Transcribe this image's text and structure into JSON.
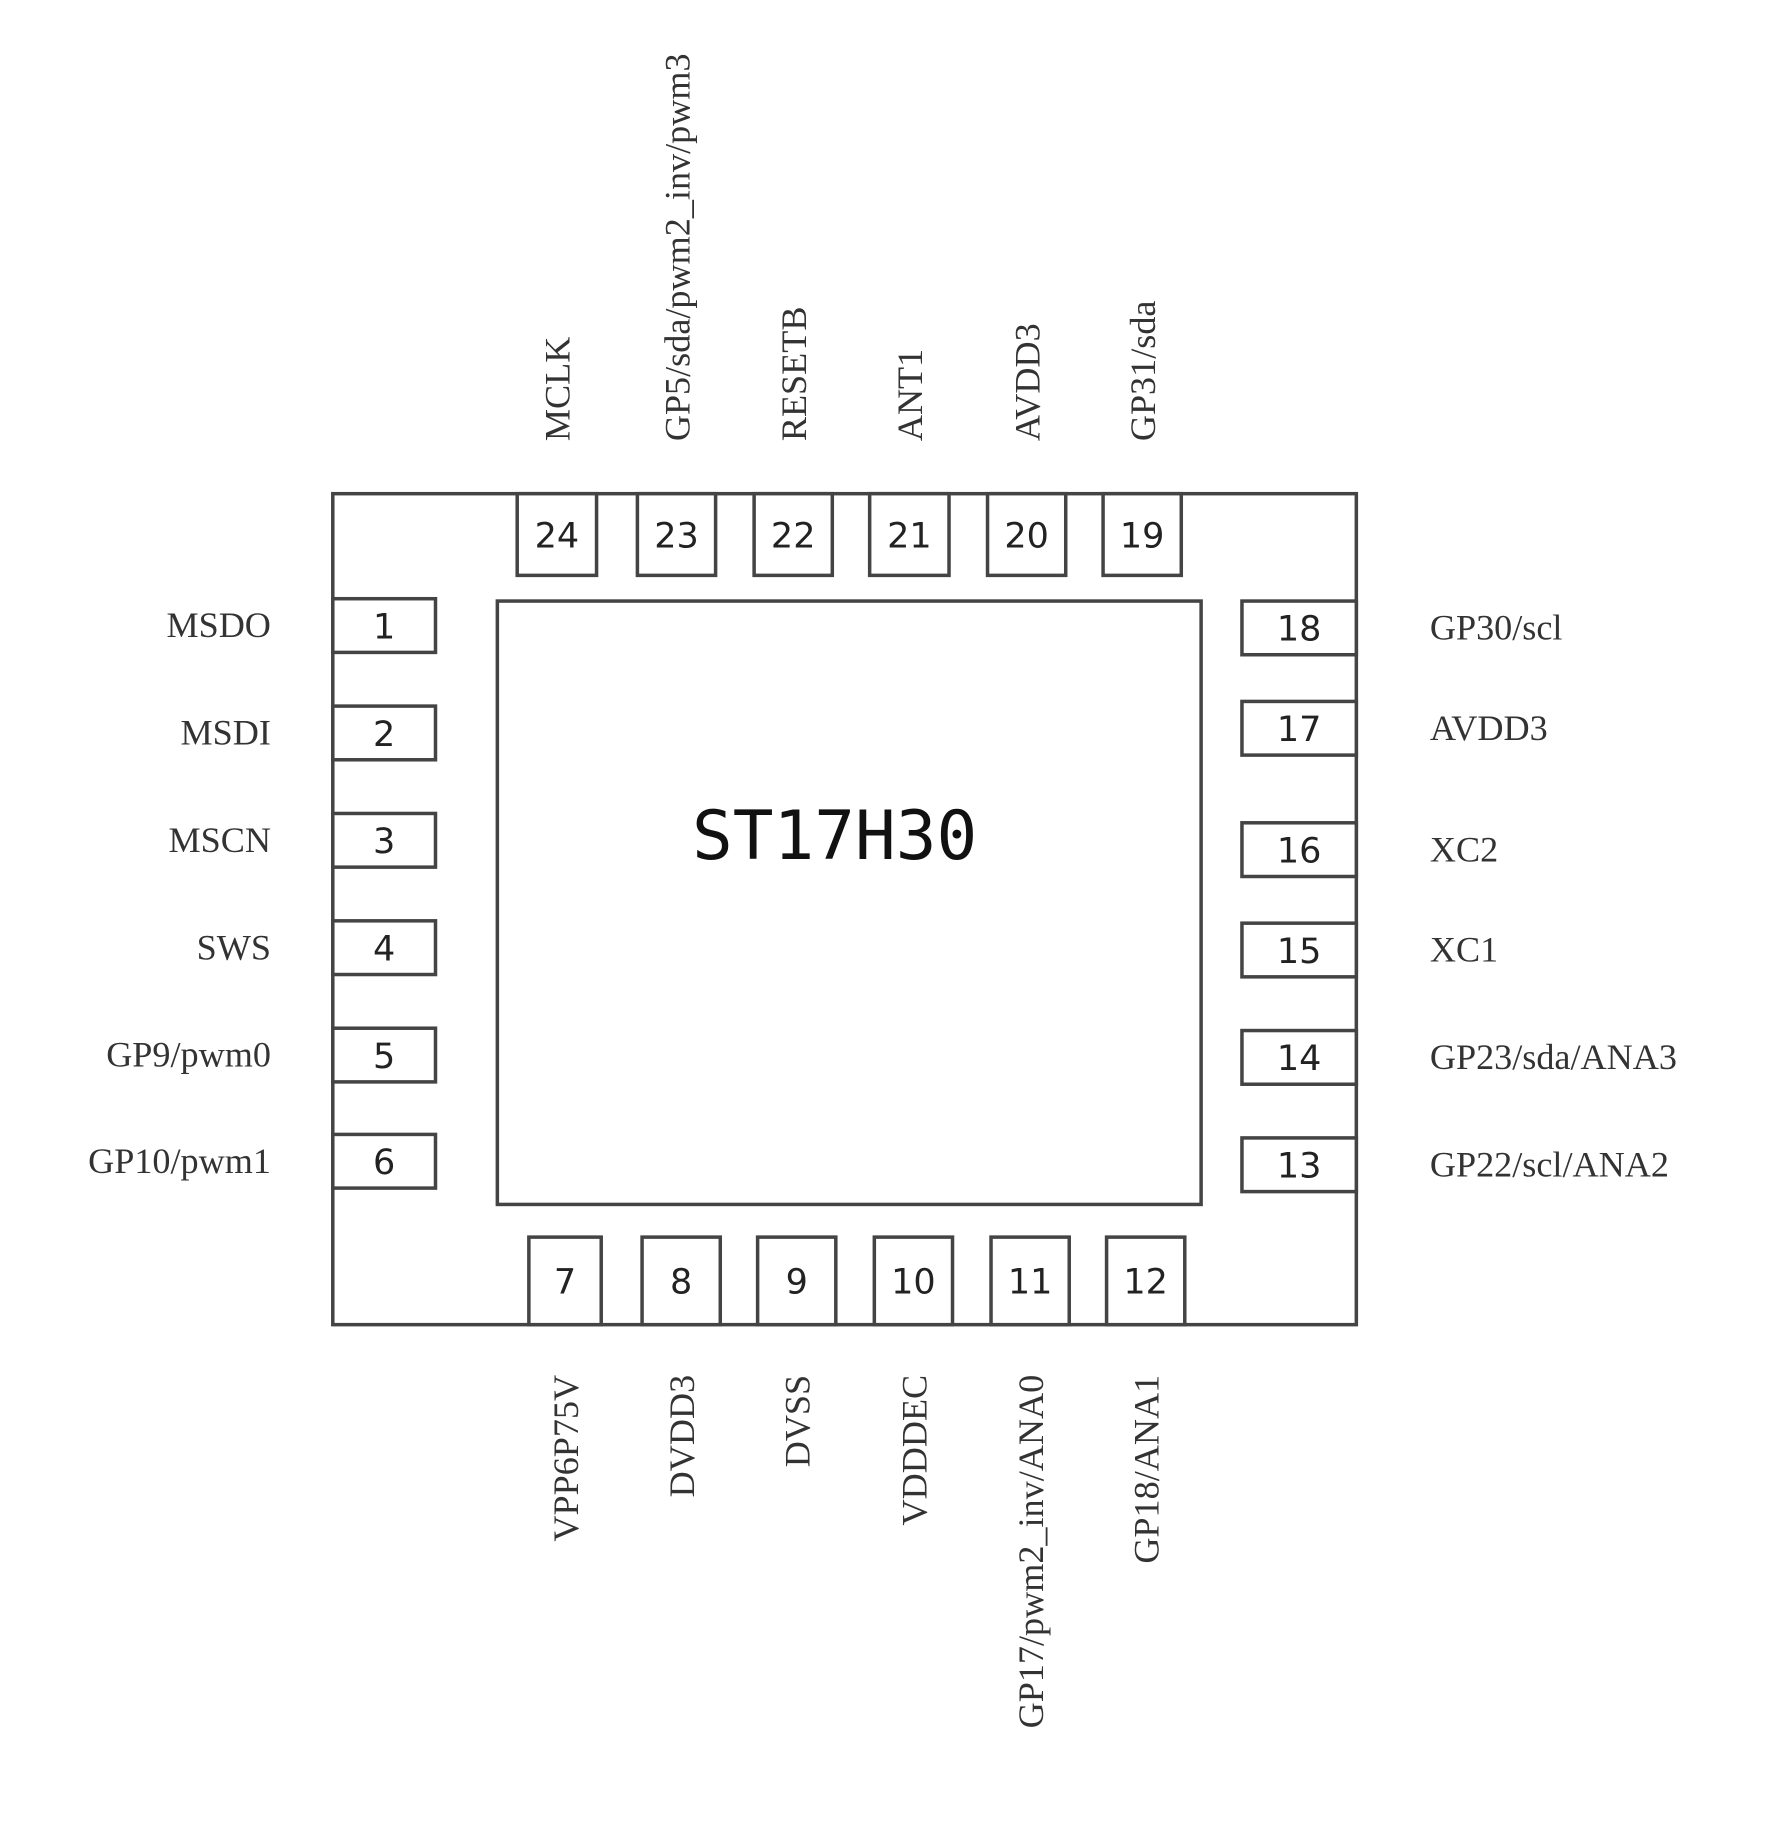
{
  "chip_name": "ST17H30",
  "pins": {
    "left": [
      {
        "num": "1",
        "label": "MSDO"
      },
      {
        "num": "2",
        "label": "MSDI"
      },
      {
        "num": "3",
        "label": "MSCN"
      },
      {
        "num": "4",
        "label": "SWS"
      },
      {
        "num": "5",
        "label": "GP9/pwm0"
      },
      {
        "num": "6",
        "label": "GP10/pwm1"
      }
    ],
    "bottom": [
      {
        "num": "7",
        "label": "VPP6P75V"
      },
      {
        "num": "8",
        "label": "DVDD3"
      },
      {
        "num": "9",
        "label": "DVSS"
      },
      {
        "num": "10",
        "label": "VDDDEC"
      },
      {
        "num": "11",
        "label": "GP17/pwm2_inv/ANA0"
      },
      {
        "num": "12",
        "label": "GP18/ANA1"
      }
    ],
    "right": [
      {
        "num": "13",
        "label": "GP22/scl/ANA2"
      },
      {
        "num": "14",
        "label": "GP23/sda/ANA3"
      },
      {
        "num": "15",
        "label": "XC1"
      },
      {
        "num": "16",
        "label": "XC2"
      },
      {
        "num": "17",
        "label": "AVDD3"
      },
      {
        "num": "18",
        "label": "GP30/scl"
      }
    ],
    "top": [
      {
        "num": "19",
        "label": "GP31/sda"
      },
      {
        "num": "20",
        "label": "AVDD3"
      },
      {
        "num": "21",
        "label": "ANT1"
      },
      {
        "num": "22",
        "label": "RESETB"
      },
      {
        "num": "23",
        "label": "GP5/sda/pwm2_inv/pwm3"
      },
      {
        "num": "24",
        "label": "MCLK"
      }
    ]
  }
}
